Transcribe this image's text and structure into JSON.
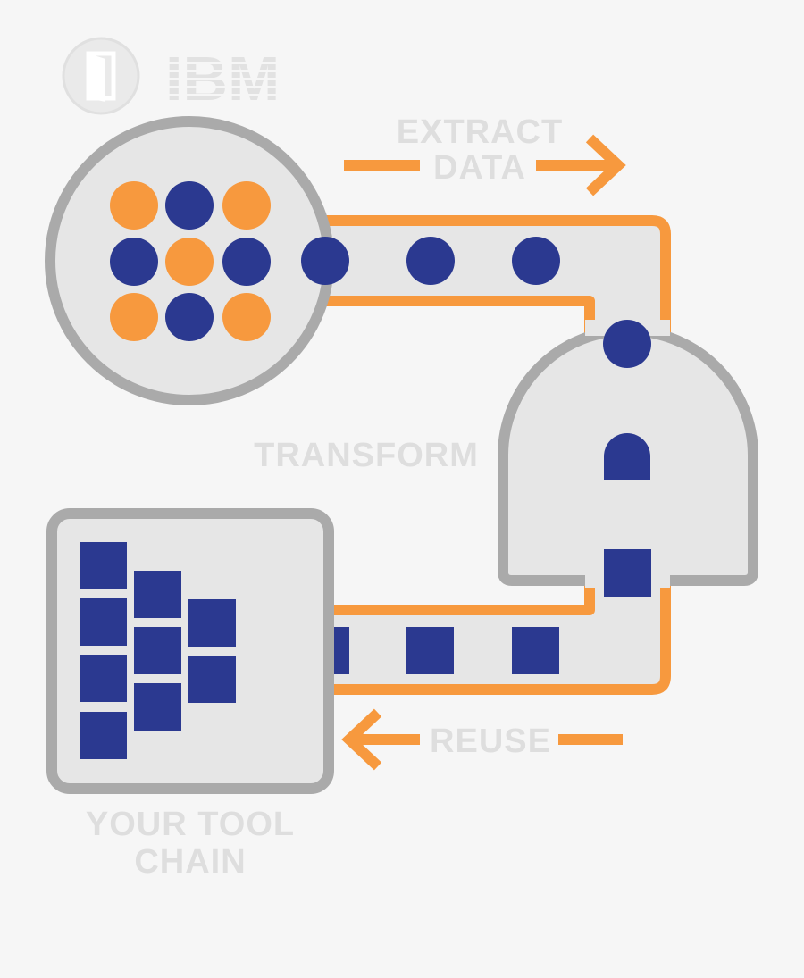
{
  "brand": {
    "name": "IBM",
    "logo_icon": "door-icon"
  },
  "labels": {
    "extract_line1": "EXTRACT",
    "extract_line2": "DATA",
    "transform": "TRANSFORM",
    "reuse": "REUSE",
    "toolchain_line1": "YOUR TOOL",
    "toolchain_line2": "CHAIN"
  },
  "colors": {
    "background": "#f6f6f6",
    "orange": "#f7993e",
    "navy": "#2b3990",
    "panel_fill": "#e6e6e6",
    "panel_stroke": "#aaaaaa",
    "label_text": "#dedede"
  },
  "source_grid": [
    "orange",
    "navy",
    "orange",
    "navy",
    "orange",
    "navy",
    "orange",
    "navy",
    "orange"
  ]
}
